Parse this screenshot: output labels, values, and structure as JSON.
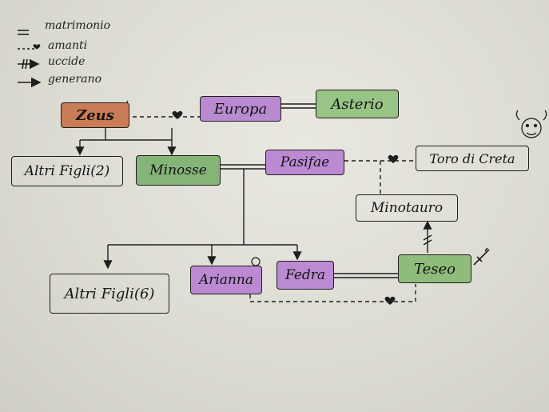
{
  "legend": [
    {
      "symbol": "=",
      "label": "matrimonio"
    },
    {
      "symbol": "--♥-",
      "label": "amanti"
    },
    {
      "symbol": "+>",
      "label": "uccide"
    },
    {
      "symbol": "→",
      "label": "generano"
    }
  ],
  "nodes": {
    "zeus": {
      "label": "Zeus",
      "color": "#c97c55"
    },
    "europa": {
      "label": "Europa",
      "color": "#b98ad0"
    },
    "asterio": {
      "label": "Asterio",
      "color": "#98c486"
    },
    "altri_figli_2": {
      "label": "Altri Figli(2)",
      "color": "none"
    },
    "minosse": {
      "label": "Minosse",
      "color": "#84b478"
    },
    "pasifae": {
      "label": "Pasifae",
      "color": "#bb8ad2"
    },
    "toro": {
      "label": "Toro di Creta",
      "color": "none"
    },
    "minotauro": {
      "label": "Minotauro",
      "color": "none"
    },
    "altri_figli_6": {
      "label": "Altri Figli(6)",
      "color": "none"
    },
    "arianna": {
      "label": "Arianna",
      "color": "#bb8ad2"
    },
    "fedra": {
      "label": "Fedra",
      "color": "#bb8ad2"
    },
    "teseo": {
      "label": "Teseo",
      "color": "#8fbc7a"
    }
  }
}
